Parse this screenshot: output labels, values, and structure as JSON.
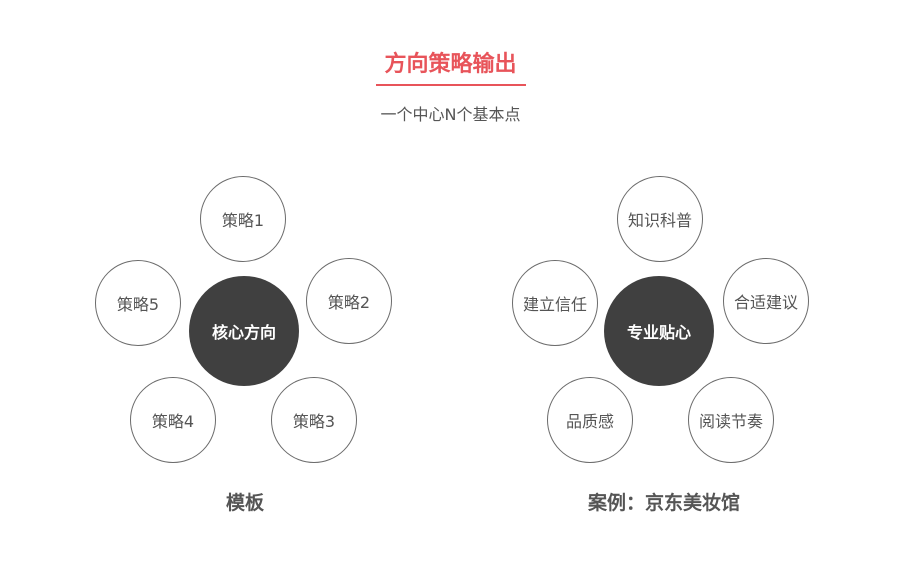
{
  "header": {
    "title": "方向策略输出",
    "subtitle": "一个中心N个基本点"
  },
  "colors": {
    "accent": "#e8545a",
    "center_fill": "#404040",
    "center_text": "#ffffff",
    "text": "#555555",
    "outer_border": "#6b6b6b"
  },
  "diagrams": [
    {
      "center": "核心方向",
      "nodes": [
        "策略1",
        "策略2",
        "策略3",
        "策略4",
        "策略5"
      ],
      "caption": "模板"
    },
    {
      "center": "专业贴心",
      "nodes": [
        "知识科普",
        "合适建议",
        "阅读节奏",
        "品质感",
        "建立信任"
      ],
      "caption": "案例：京东美妆馆"
    }
  ]
}
